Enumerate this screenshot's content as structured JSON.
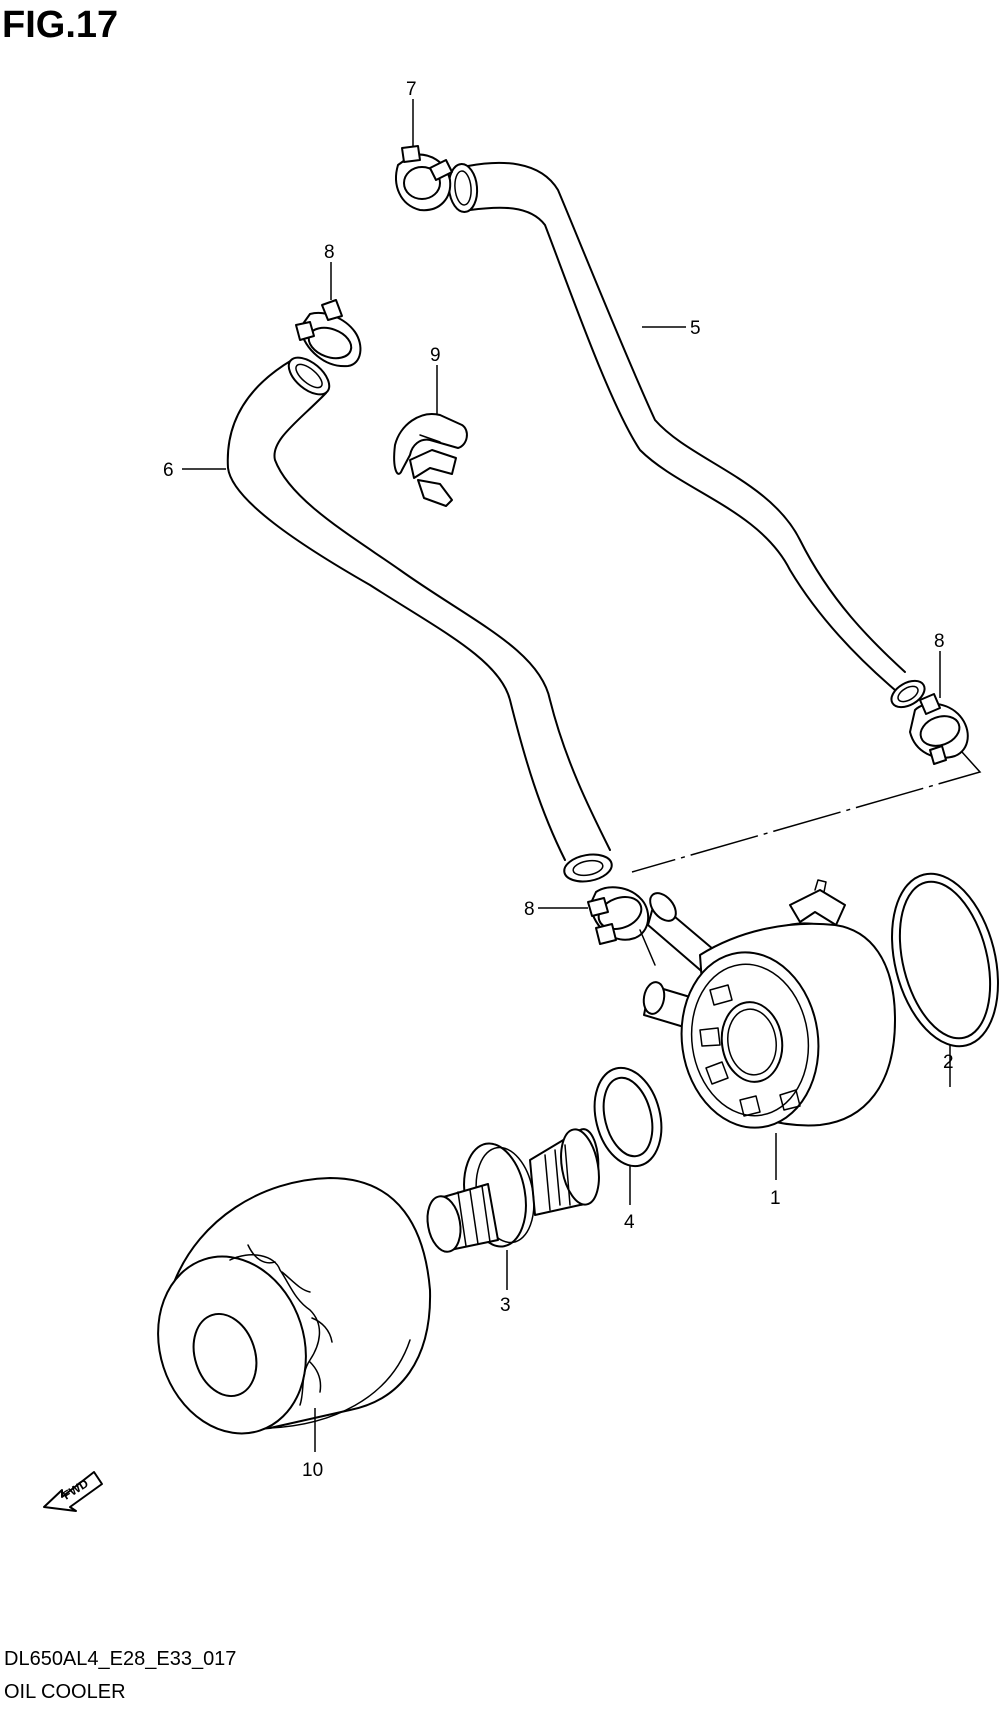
{
  "figure": {
    "title": "FIG.17",
    "code": "DL650AL4_E28_E33_017",
    "name": "OIL COOLER"
  },
  "callouts": {
    "c1": "1",
    "c2": "2",
    "c3": "3",
    "c4": "4",
    "c5": "5",
    "c6": "6",
    "c7": "7",
    "c8a": "8",
    "c8b": "8",
    "c8c": "8",
    "c9": "9",
    "c10": "10"
  },
  "direction": {
    "label": "FWD"
  },
  "parts": [
    {
      "ref": "1",
      "name": "oil-cooler"
    },
    {
      "ref": "2",
      "name": "o-ring"
    },
    {
      "ref": "3",
      "name": "union-bolt"
    },
    {
      "ref": "4",
      "name": "washer"
    },
    {
      "ref": "5",
      "name": "hose"
    },
    {
      "ref": "6",
      "name": "hose"
    },
    {
      "ref": "7",
      "name": "clamp"
    },
    {
      "ref": "8",
      "name": "clamp"
    },
    {
      "ref": "9",
      "name": "clamp"
    },
    {
      "ref": "10",
      "name": "oil-filter"
    }
  ]
}
